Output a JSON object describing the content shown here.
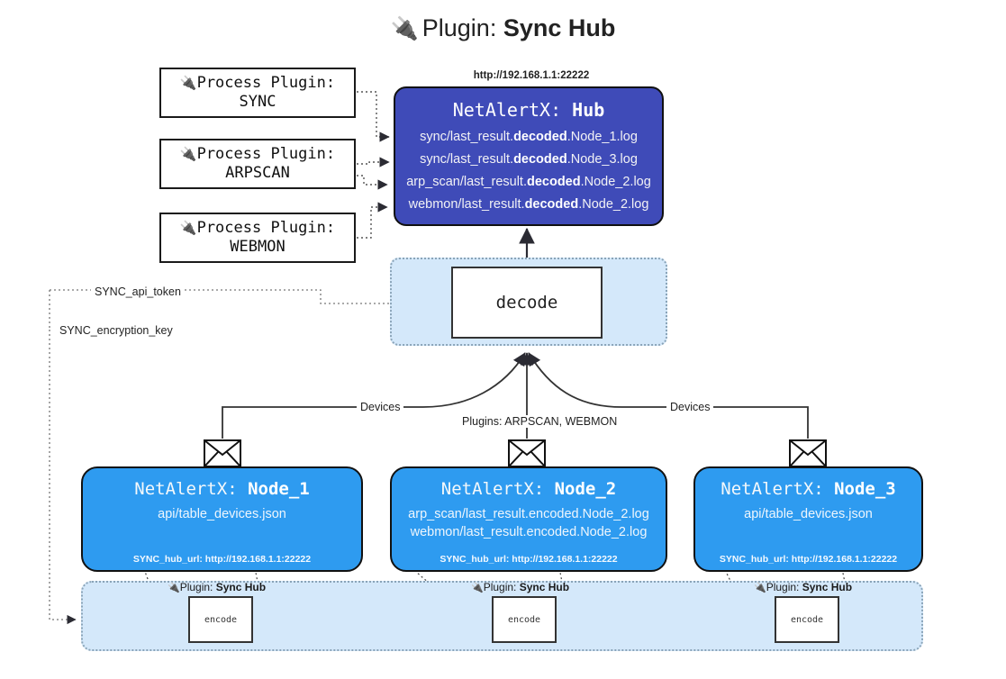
{
  "title": {
    "icon": "electric-plug-icon",
    "glyph": "🔌",
    "prefix": "Plugin: ",
    "name": "Sync Hub"
  },
  "colors": {
    "hub_fill": "#3f4bb8",
    "node_fill": "#2e9bf0",
    "container_fill": "#d4e8fa",
    "container_border": "#8aa4b8",
    "stroke": "#111111",
    "page_bg": "#ffffff"
  },
  "process_plugins": [
    {
      "line1": "Process Plugin:",
      "line2": "SYNC",
      "glyph": "🔌"
    },
    {
      "line1": "Process Plugin:",
      "line2": "ARPSCAN",
      "glyph": "🔌"
    },
    {
      "line1": "Process Plugin:",
      "line2": "WEBMON",
      "glyph": "🔌"
    }
  ],
  "hub": {
    "url": "http://192.168.1.1:22222",
    "title_prefix": "NetAlertX: ",
    "title_name": "Hub",
    "logs": [
      {
        "pre": "sync/last_result.",
        "mid": "decoded",
        "post": ".Node_1.log"
      },
      {
        "pre": "sync/last_result.",
        "mid": "decoded",
        "post": ".Node_3.log"
      },
      {
        "pre": "arp_scan/last_result.",
        "mid": "decoded",
        "post": ".Node_2.log"
      },
      {
        "pre": "webmon/last_result.",
        "mid": "decoded",
        "post": ".Node_2.log"
      }
    ]
  },
  "decode": {
    "label": "decode"
  },
  "settings": [
    {
      "label": "SYNC_api_token"
    },
    {
      "label": "SYNC_encryption_key"
    }
  ],
  "edge_labels": {
    "devices_left": "Devices",
    "devices_right": "Devices",
    "plugins_center": "Plugins: ARPSCAN, WEBMON"
  },
  "nodes": [
    {
      "title_prefix": "NetAlertX: ",
      "title_name": "Node_1",
      "lines": [
        "api/table_devices.json"
      ],
      "hub_url_label": "SYNC_hub_url: http://192.168.1.1:22222",
      "icon": "envelope-icon"
    },
    {
      "title_prefix": "NetAlertX: ",
      "title_name": "Node_2",
      "lines": [
        "arp_scan/last_result.encoded.Node_2.log",
        "webmon/last_result.encoded.Node_2.log"
      ],
      "hub_url_label": "SYNC_hub_url: http://192.168.1.1:22222",
      "icon": "envelope-icon"
    },
    {
      "title_prefix": "NetAlertX: ",
      "title_name": "Node_3",
      "lines": [
        "api/table_devices.json"
      ],
      "hub_url_label": "SYNC_hub_url: http://192.168.1.1:22222",
      "icon": "envelope-icon"
    }
  ],
  "encoders": [
    {
      "tag_prefix": "Plugin: ",
      "tag_name": "Sync Hub",
      "label": "encode",
      "glyph": "🔌"
    },
    {
      "tag_prefix": "Plugin: ",
      "tag_name": "Sync Hub",
      "label": "encode",
      "glyph": "🔌"
    },
    {
      "tag_prefix": "Plugin: ",
      "tag_name": "Sync Hub",
      "label": "encode",
      "glyph": "🔌"
    }
  ]
}
